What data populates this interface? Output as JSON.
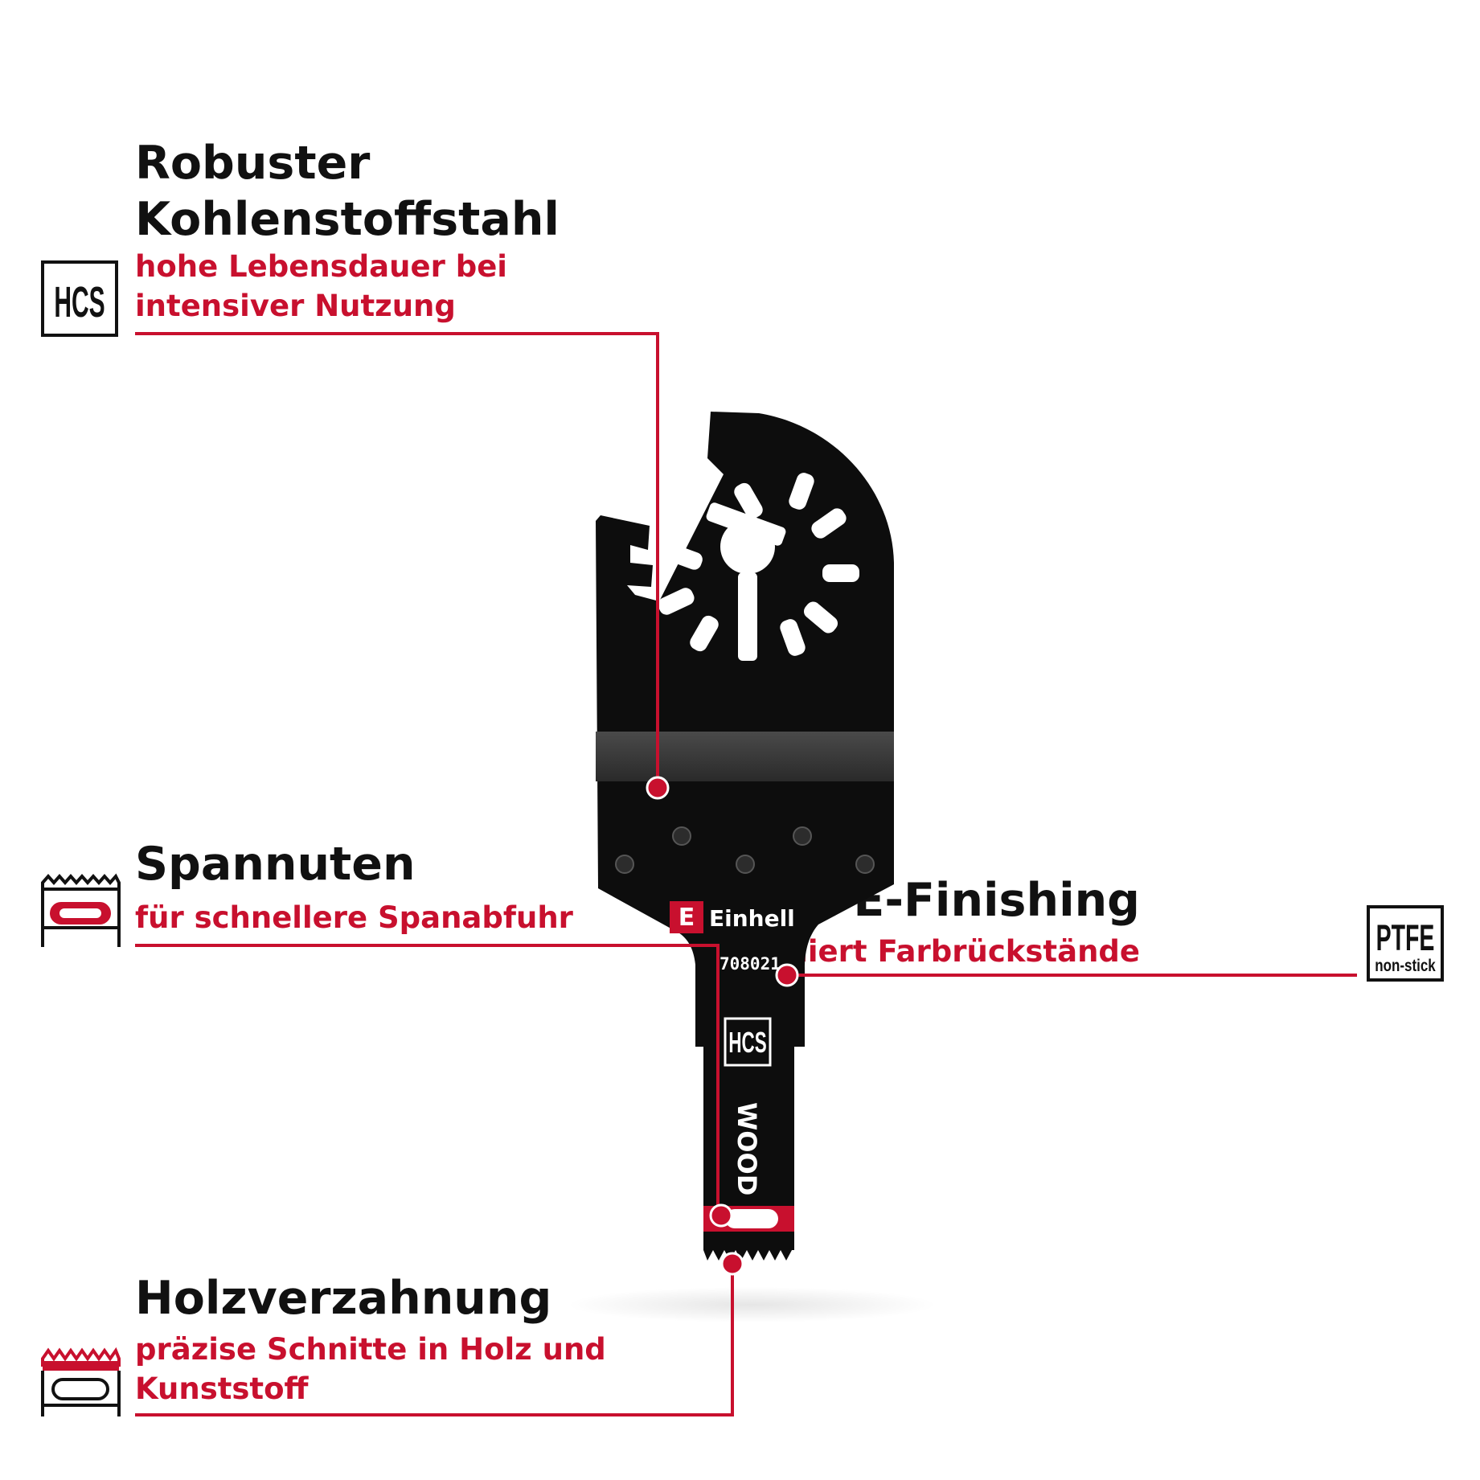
{
  "features": {
    "steel": {
      "title_line1": "Robuster",
      "title_line2": "Kohlenstoffstahl",
      "desc_line1": "hohe Lebensdauer bei",
      "desc_line2": "intensiver Nutzung",
      "icon_label": "HCS",
      "icon": "hcs-badge-icon"
    },
    "grooves": {
      "title": "Spannuten",
      "desc": "für schnellere Spanabfuhr",
      "icon": "chip-groove-icon"
    },
    "teeth": {
      "title": "Holzverzahnung",
      "desc_line1": "präzise Schnitte in Holz und",
      "desc_line2": "Kunststoff",
      "icon": "wood-teeth-icon"
    },
    "coating": {
      "title": "PTFE-Finishing",
      "desc": "minimiert Farbrückstände",
      "icon_label": "PTFE",
      "icon_sublabel": "non-stick",
      "icon": "ptfe-badge-icon"
    }
  },
  "blade": {
    "brand": "Einhell",
    "part_number": "708021",
    "material_label": "HCS",
    "application_label": "WOOD"
  },
  "colors": {
    "accent": "#c8102e",
    "text": "#111111",
    "blade": "#0d0d0d"
  }
}
